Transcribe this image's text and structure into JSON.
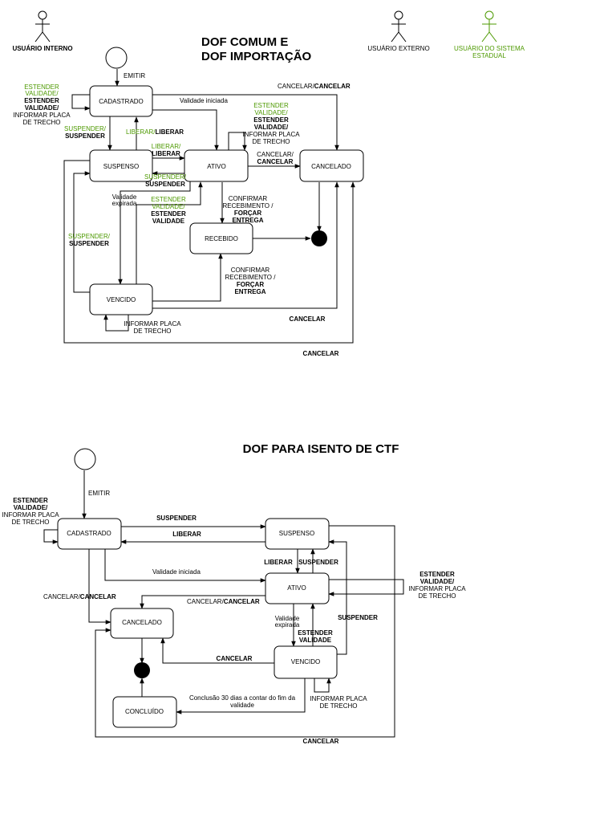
{
  "actors": {
    "interno": "USUÁRIO INTERNO",
    "externo": "USUÁRIO EXTERNO",
    "estadual_1": "USUÁRIO DO SISTEMA",
    "estadual_2": "ESTADUAL"
  },
  "colors": {
    "green": "#4d9900",
    "black": "#000000"
  },
  "d1": {
    "title_1": "DOF COMUM E",
    "title_2": "DOF IMPORTAÇÃO",
    "states": {
      "cadastrado": "CADASTRADO",
      "suspenso": "SUSPENSO",
      "ativo": "ATIVO",
      "cancelado": "CANCELADO",
      "recebido": "RECEBIDO",
      "vencido": "VENCIDO"
    },
    "labels": {
      "emitir": "EMITIR",
      "ext_cad_g1": "ESTENDER",
      "ext_cad_g2": "VALIDADE/",
      "ext_cad_b1": "ESTENDER",
      "ext_cad_b2": "VALIDADE/",
      "ext_cad_n1": "INFORMAR PLACA",
      "ext_cad_n2": "DE TRECHO",
      "susp_g": "SUSPENDER/",
      "susp_b": "SUSPENDER",
      "lib_g": "LIBERAR/",
      "lib_b": "LIBERAR",
      "lib2_g": "LIBERAR/",
      "lib2_b": "LIBERAR",
      "susp2_g": "SUSPENDER/",
      "susp2_b": "SUSPENDER",
      "validade_iniciada": "Validade iniciada",
      "cancelar_top_n": "CANCELAR/",
      "cancelar_top_b": "CANCELAR",
      "ext_at_g1": "ESTENDER",
      "ext_at_g2": "VALIDADE/",
      "ext_at_b1": "ESTENDER",
      "ext_at_b2": "VALIDADE/",
      "ext_at_n1": "INFORMAR PLACA",
      "ext_at_n2": "DE TRECHO",
      "cancelar_mid_n": "CANCELAR/",
      "cancelar_mid_b": "CANCELAR",
      "validade_expirada_1": "Validade",
      "validade_expirada_2": "expirada",
      "ext_v_g1": "ESTENDER",
      "ext_v_g2": "VALIDADE/",
      "ext_v_b1": "ESTENDER",
      "ext_v_b2": "VALIDADE",
      "conf1_1": "CONFIRMAR",
      "conf1_2": "RECEBIMENTO /",
      "conf1_3": "FORÇAR",
      "conf1_4": "ENTREGA",
      "susp3_g": "SUSPENDER/",
      "susp3_b": "SUSPENDER",
      "conf2_1": "CONFIRMAR",
      "conf2_2": "RECEBIMENTO /",
      "conf2_3": "FORÇAR",
      "conf2_4": "ENTREGA",
      "placa_1": "INFORMAR PLACA",
      "placa_2": "DE TRECHO",
      "cancelar_v": "CANCELAR",
      "cancelar_bottom": "CANCELAR"
    }
  },
  "d2": {
    "title": "DOF PARA ISENTO DE CTF",
    "states": {
      "cadastrado": "CADASTRADO",
      "suspenso": "SUSPENSO",
      "ativo": "ATIVO",
      "cancelado": "CANCELADO",
      "vencido": "VENCIDO",
      "concluido": "CONCLUÍDO"
    },
    "labels": {
      "emitir": "EMITIR",
      "ext_cad_1": "ESTENDER",
      "ext_cad_2": "VALIDADE/",
      "ext_cad_3": "INFORMAR PLACA",
      "ext_cad_4": "DE TRECHO",
      "suspender": "SUSPENDER",
      "liberar": "LIBERAR",
      "liberar2": "LIBERAR",
      "suspender2": "SUSPENDER",
      "validade_iniciada": "Validade iniciada",
      "ext_at_1": "ESTENDER",
      "ext_at_2": "VALIDADE/",
      "ext_at_3": "INFORMAR PLACA",
      "ext_at_4": "DE TRECHO",
      "cancelar_cad_n": "CANCELAR/",
      "cancelar_cad_b": "CANCELAR",
      "cancelar_at_n": "CANCELAR/",
      "cancelar_at_b": "CANCELAR",
      "validade_expirada_1": "Validade",
      "validade_expirada_2": "expirada",
      "ext_v_1": "ESTENDER",
      "ext_v_2": "VALIDADE",
      "suspender3": "SUSPENDER",
      "cancelar_v": "CANCELAR",
      "conclusao_1": "Conclusão 30 dias a contar do fim da",
      "conclusao_2": "validade",
      "placa_1": "INFORMAR PLACA",
      "placa_2": "DE TRECHO",
      "cancelar_bottom": "CANCELAR"
    }
  }
}
